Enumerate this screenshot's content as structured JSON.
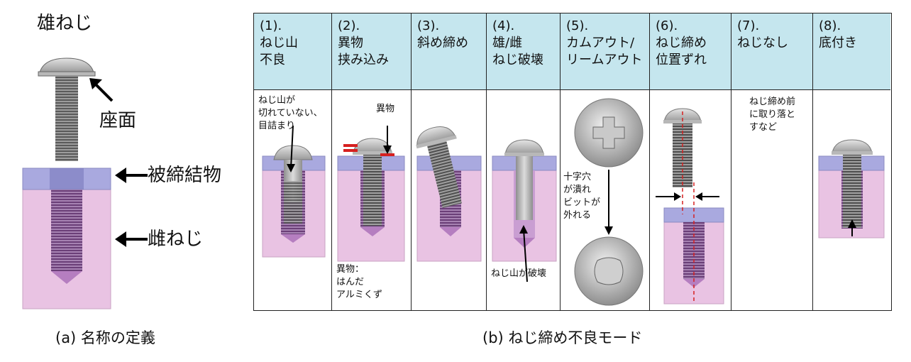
{
  "part_a": {
    "label_male_screw": "雄ねじ",
    "label_seat": "座面",
    "label_fastened": "被締結物",
    "label_female_screw": "雌ねじ",
    "caption": "(a) 名称の定義"
  },
  "part_b": {
    "caption": "(b) ねじ締め不良モード",
    "columns": [
      {
        "num": "(1).",
        "lines": [
          "ねじ山",
          "不良"
        ],
        "notes": [
          "ねじ山が",
          "切れていない、",
          "目詰まり"
        ]
      },
      {
        "num": "(2).",
        "lines": [
          "異物",
          "挟み込み"
        ],
        "callout": "異物",
        "notes": [
          "異物：",
          "はんだ",
          "アルミくず"
        ]
      },
      {
        "num": "(3).",
        "lines": [
          "斜め締め"
        ]
      },
      {
        "num": "(4).",
        "lines": [
          "雄/雌",
          "ねじ破壊"
        ],
        "notes": [
          "ねじ山が破壊"
        ]
      },
      {
        "num": "(5).",
        "lines": [
          "カムアウト/",
          "リームアウト"
        ],
        "notes": [
          "十字穴",
          "が潰れ",
          "ビットが",
          "外れる"
        ]
      },
      {
        "num": "(6).",
        "lines": [
          "ねじ締め",
          "位置ずれ"
        ]
      },
      {
        "num": "(7).",
        "lines": [
          "ねじなし"
        ],
        "notes": [
          "ねじ締め前",
          "に取り落と",
          "すなど"
        ]
      },
      {
        "num": "(8).",
        "lines": [
          "底付き"
        ]
      }
    ]
  },
  "colors": {
    "header_bg": "#c5e6ee",
    "plate": "#a9a9df",
    "block": "#e9c3e3",
    "screw": "#8a8a8a",
    "red": "#d62020"
  }
}
